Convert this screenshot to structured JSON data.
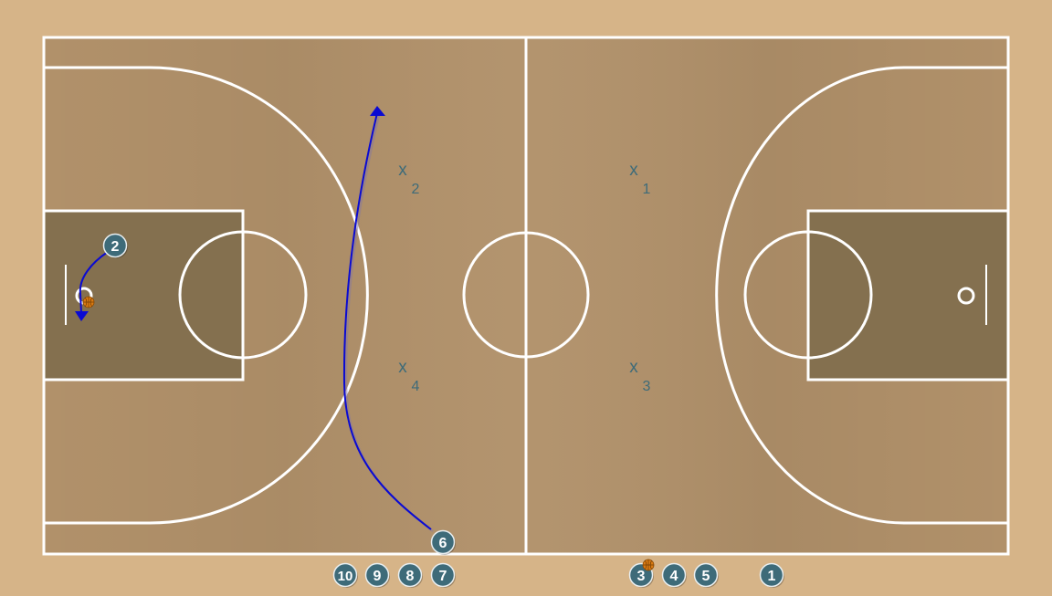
{
  "colors": {
    "outer_floor": "#d6b488",
    "court_floor": "#b1916a",
    "paint": "#84704f",
    "lines": "#ffffff",
    "player_fill": "#3e6b79",
    "player_text": "#ffffff",
    "defender_mark": "#3e6b79",
    "path": "#0a0ad2",
    "ball": "#d97a12"
  },
  "defenders": [
    {
      "mark": "x",
      "number": "2"
    },
    {
      "mark": "x",
      "number": "1"
    },
    {
      "mark": "x",
      "number": "4"
    },
    {
      "mark": "x",
      "number": "3"
    }
  ],
  "court_players": [
    {
      "number": "2",
      "has_ball": false
    },
    {
      "number": "6",
      "has_ball": false
    }
  ],
  "bench_players": [
    {
      "number": "10",
      "has_ball": false
    },
    {
      "number": "9",
      "has_ball": false
    },
    {
      "number": "8",
      "has_ball": false
    },
    {
      "number": "7",
      "has_ball": false
    },
    {
      "number": "3",
      "has_ball": true
    },
    {
      "number": "4",
      "has_ball": false
    },
    {
      "number": "5",
      "has_ball": false
    },
    {
      "number": "1",
      "has_ball": false
    }
  ],
  "icons": {
    "ball": "basketball-icon",
    "arrow": "arrowhead-icon"
  }
}
